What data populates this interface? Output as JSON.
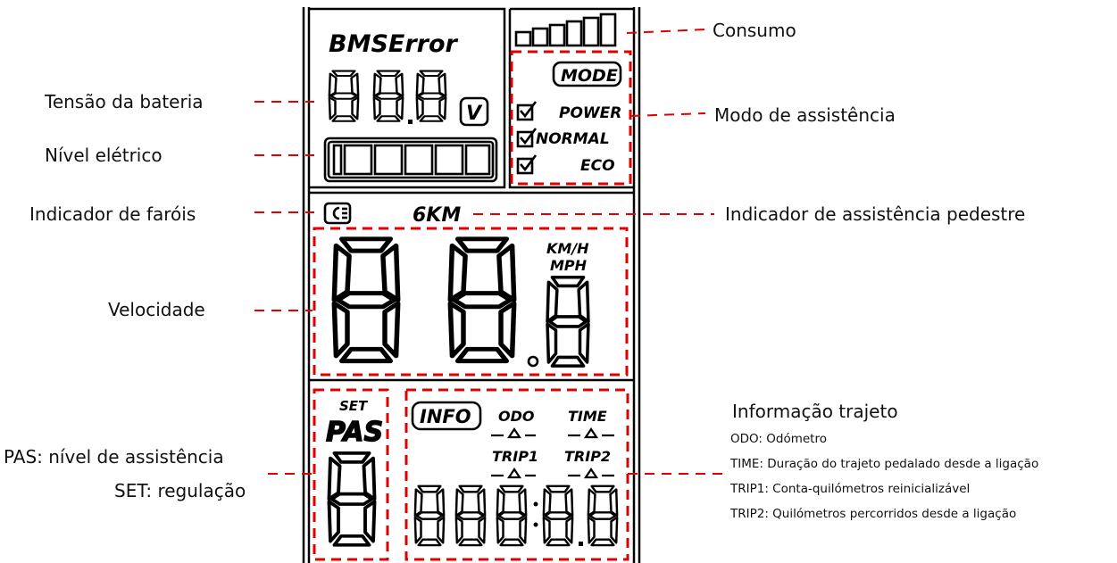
{
  "lcd": {
    "bms_error": "BMSError",
    "mode": "MODE",
    "power": "POWER",
    "normal": "NORMAL",
    "eco": "ECO",
    "volt": "V",
    "walk_6km": "6KM",
    "kmh": "KM/H",
    "mph": "MPH",
    "set": "SET",
    "pas": "PAS",
    "info": "INFO",
    "odo": "ODO",
    "time": "TIME",
    "trip1": "TRIP1",
    "trip2": "TRIP2"
  },
  "callouts": {
    "consumo": "Consumo",
    "modo_assistencia": "Modo de assistência",
    "tensao_bateria": "Tensão da bateria",
    "nivel_eletrico": "Nível elétrico",
    "indicador_farois": "Indicador de faróis",
    "assistencia_pedestre": "Indicador de assistência pedestre",
    "velocidade": "Velocidade",
    "pas_nivel": "PAS: nível de assistência",
    "set_regulacao": "SET: regulação",
    "info_trajeto": {
      "title": "Informação trajeto",
      "lines": [
        "ODO: Odómetro",
        "TIME: Duração do trajeto pedalado desde a ligação",
        "TRIP1: Conta-quilómetros reinicializável",
        "TRIP2: Quilómetros percorridos desde a ligação"
      ]
    }
  },
  "colors": {
    "callout_red": "#e00000",
    "lcd_black": "#000000"
  }
}
